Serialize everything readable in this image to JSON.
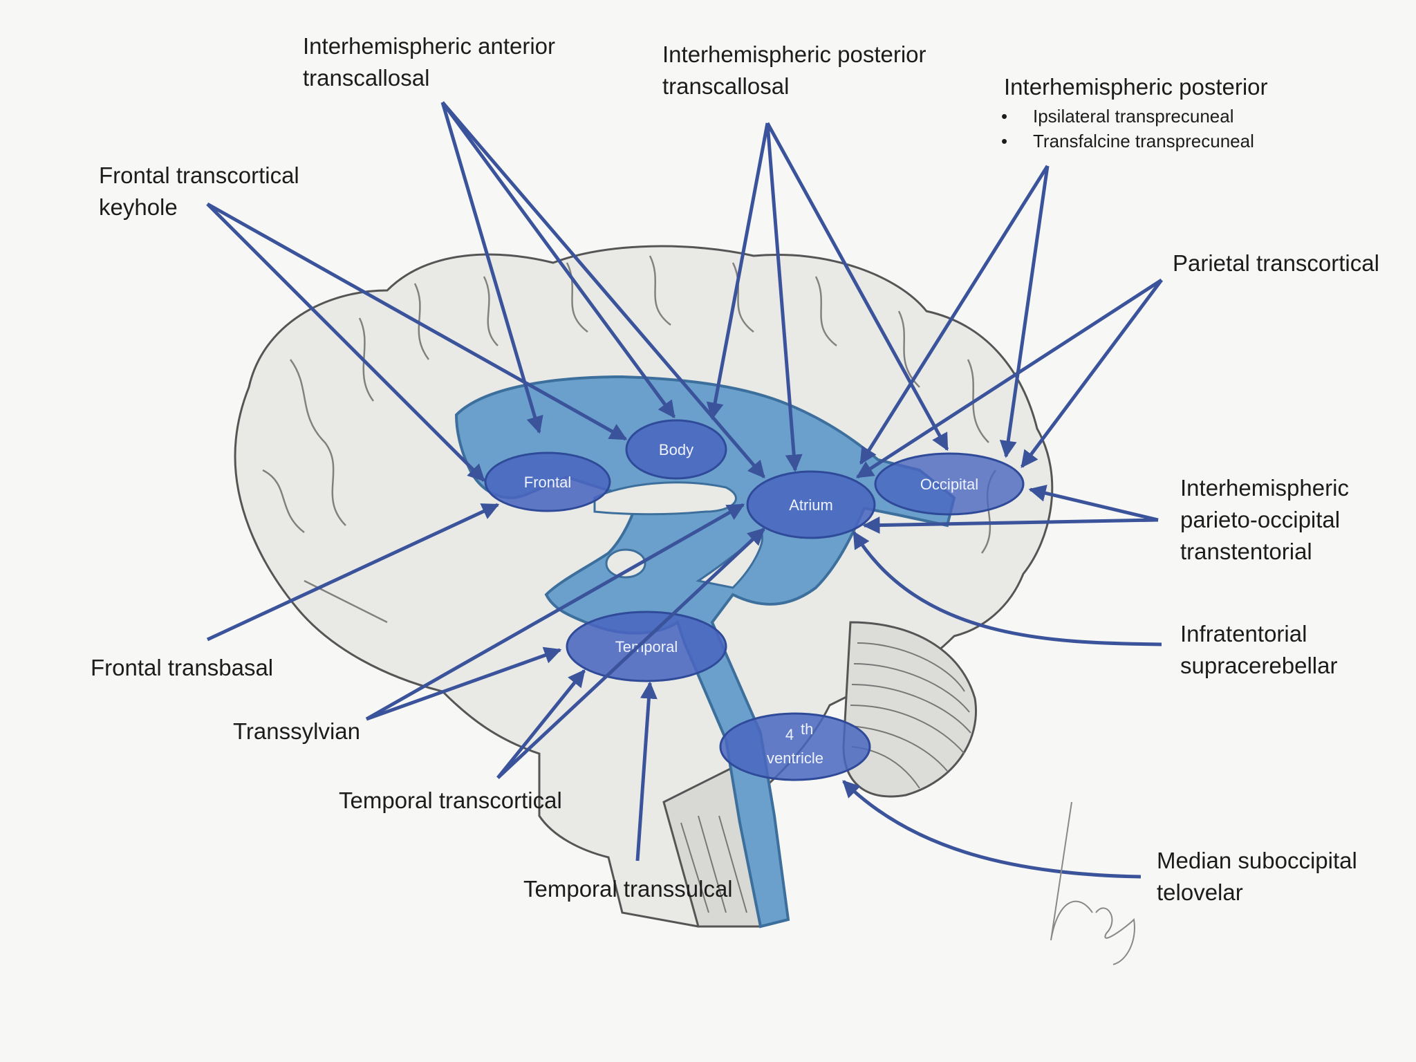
{
  "regions": {
    "frontal": "Frontal",
    "body": "Body",
    "atrium": "Atrium",
    "occipital": "Occipital",
    "temporal": "Temporal",
    "fourth_sup": "th",
    "fourth_num": "4",
    "ventricle": "ventricle"
  },
  "labels": {
    "iat": [
      "Interhemispheric anterior",
      "transcallosal"
    ],
    "ipt": [
      "Interhemispheric posterior",
      "transcallosal"
    ],
    "ip": "Interhemispheric posterior",
    "ip_items": [
      "Ipsilateral transprecuneal",
      "Transfalcine transprecuneal"
    ],
    "ftk": [
      "Frontal transcortical",
      "keyhole"
    ],
    "parietal": "Parietal transcortical",
    "ipot": [
      "Interhemispheric",
      "parieto-occipital",
      "transtentorial"
    ],
    "is": [
      "Infratentorial",
      "supracerebellar"
    ],
    "ftb": "Frontal transbasal",
    "transsylvian": "Transsylvian",
    "ttc": "Temporal transcortical",
    "tts": "Temporal transsulcal",
    "mst": [
      "Median suboccipital",
      "telovelar"
    ]
  },
  "colors": {
    "arrow": "#3a539b",
    "ventricle": "#6ca0cc",
    "region_fill": "#4a67c0",
    "region_stroke": "#2f4a98",
    "brain_fill": "#e9e9e6",
    "brain_line": "#555555"
  }
}
